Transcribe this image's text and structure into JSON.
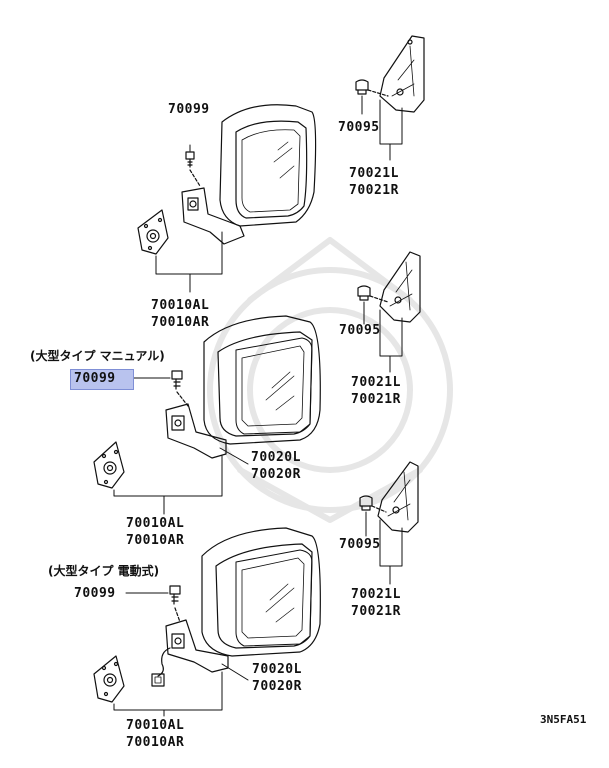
{
  "labels": {
    "top": {
      "bolt": "70099",
      "screw": "70095",
      "cover_l": "70021L",
      "cover_r": "70021R",
      "mirror_l": "70010AL",
      "mirror_r": "70010AR"
    },
    "middle": {
      "variant": "(大型タイプ マニュアル)",
      "bolt": "70099",
      "screw": "70095",
      "cover_l": "70021L",
      "cover_r": "70021R",
      "glass_l": "70020L",
      "glass_r": "70020R",
      "mirror_l": "70010AL",
      "mirror_r": "70010AR"
    },
    "bottom": {
      "variant": "(大型タイプ 電動式)",
      "bolt": "70099",
      "screw": "70095",
      "cover_l": "70021L",
      "cover_r": "70021R",
      "glass_l": "70020L",
      "glass_r": "70020R",
      "mirror_l": "70010AL",
      "mirror_r": "70010AR"
    }
  },
  "diagram_code": "3N5FA51",
  "colors": {
    "highlight": "#b9c3ee",
    "line": "#111111"
  }
}
